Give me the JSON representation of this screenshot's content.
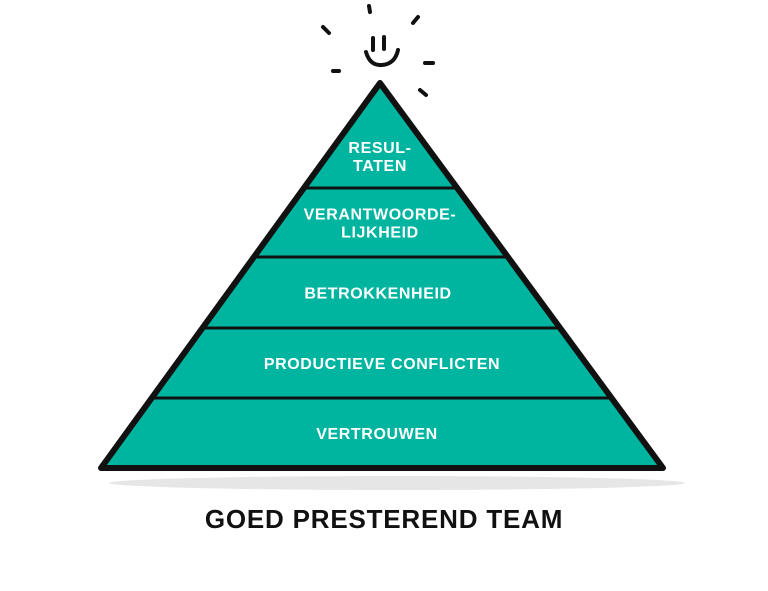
{
  "colors": {
    "fill": "#00b5a0",
    "outline": "#111111",
    "shadow": "#e6e6e6"
  },
  "pyramid": {
    "layers": [
      {
        "lines": [
          "RESUL-",
          "TATEN"
        ]
      },
      {
        "lines": [
          "VERANTWOORDE-",
          "LIJKHEID"
        ]
      },
      {
        "lines": [
          "BETROKKENHEID"
        ]
      },
      {
        "lines": [
          "PRODUCTIEVE CONFLICTEN"
        ]
      },
      {
        "lines": [
          "VERTROUWEN"
        ]
      }
    ]
  },
  "caption": "GOED PRESTEREND TEAM",
  "apex_icon": "smiley-icon"
}
